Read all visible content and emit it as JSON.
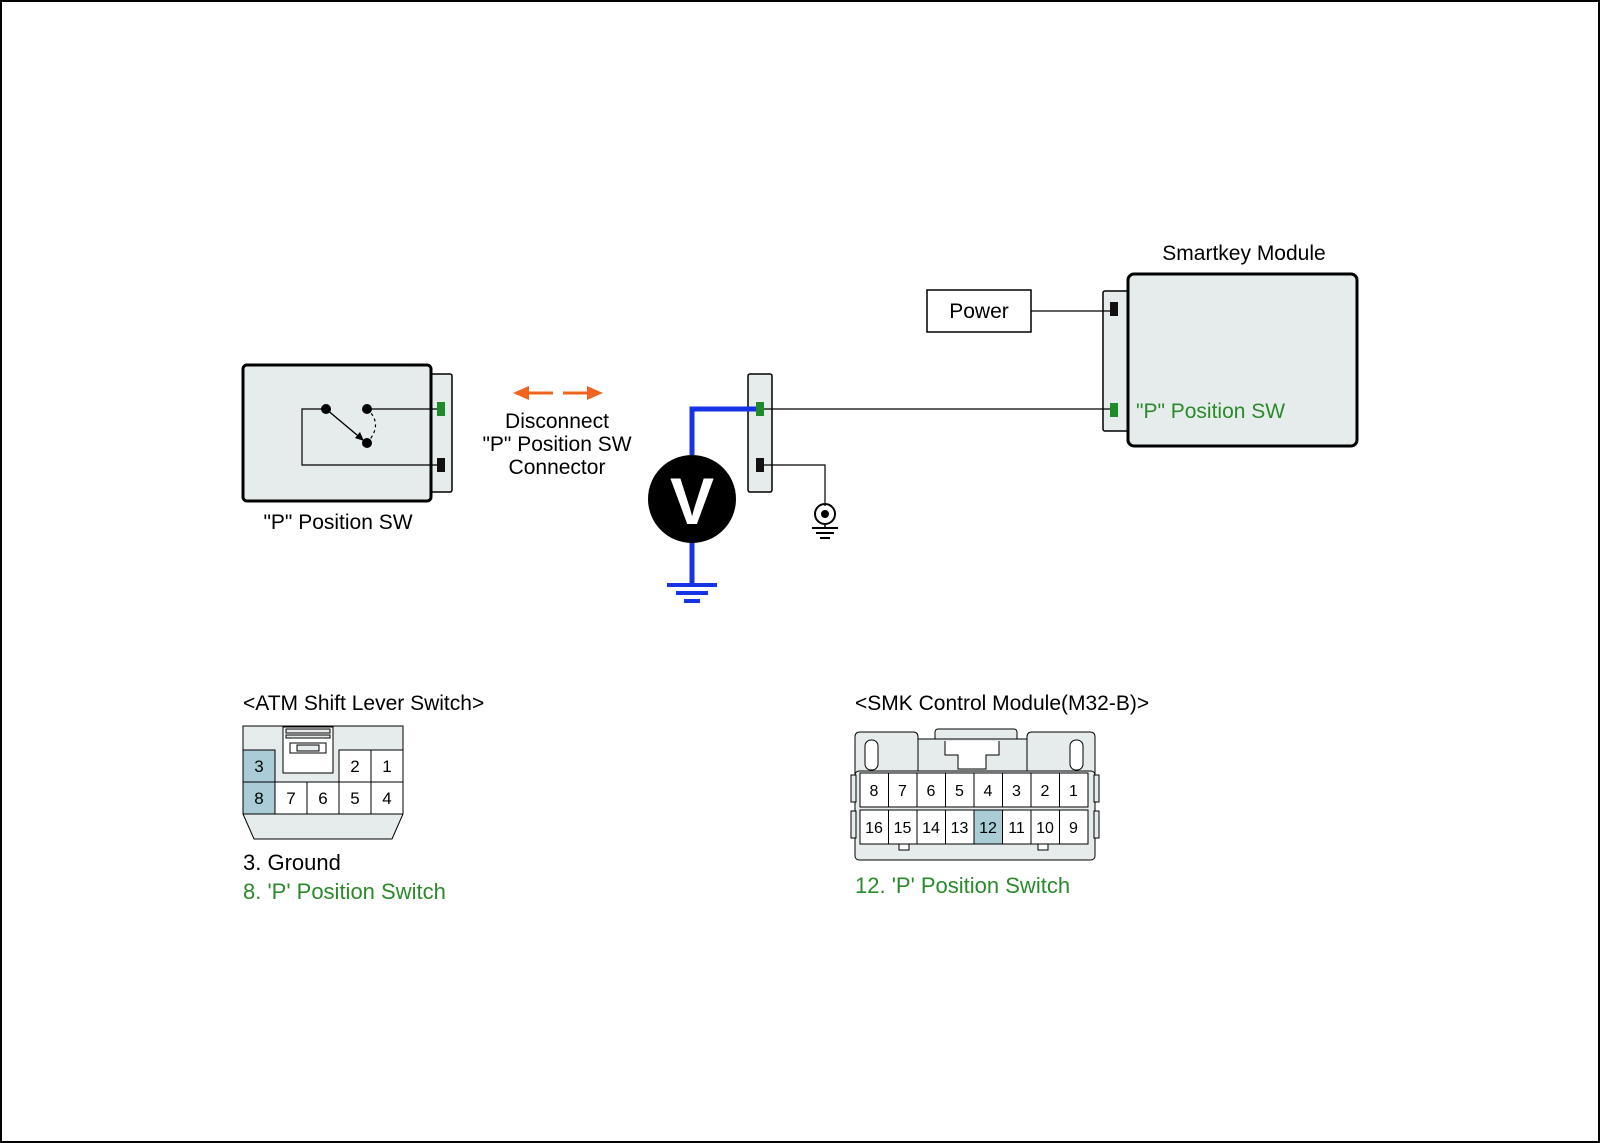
{
  "labels": {
    "smartkey_title": "Smartkey Module",
    "power": "Power",
    "smk_pin_label": "\"P\" Position SW",
    "p_switch_label": "\"P\" Position SW",
    "disconnect_line1": "Disconnect",
    "disconnect_line2": "\"P\" Position SW",
    "disconnect_line3": "Connector",
    "voltmeter": "V"
  },
  "atm_connector": {
    "title": "<ATM Shift Lever Switch>",
    "top_row": [
      "3",
      "2",
      "1"
    ],
    "bottom_row": [
      "8",
      "7",
      "6",
      "5",
      "4"
    ],
    "highlighted": [
      "3",
      "8"
    ],
    "legend": [
      "3. Ground",
      "8. 'P' Position Switch"
    ]
  },
  "smk_connector": {
    "title": "<SMK Control Module(M32-B)>",
    "top_row": [
      "8",
      "7",
      "6",
      "5",
      "4",
      "3",
      "2",
      "1"
    ],
    "bottom_row": [
      "16",
      "15",
      "14",
      "13",
      "12",
      "11",
      "10",
      "9"
    ],
    "highlighted": [
      "12"
    ],
    "legend": [
      "12. 'P' Position Switch"
    ]
  },
  "colors": {
    "box_fill": "#e6ecec",
    "pin_highlight": "#a9ccd6",
    "green_text": "#2a8a2a",
    "green_pin": "#1f8a2a",
    "probe_wire": "#1633e6",
    "arrow": "#f0641e"
  }
}
